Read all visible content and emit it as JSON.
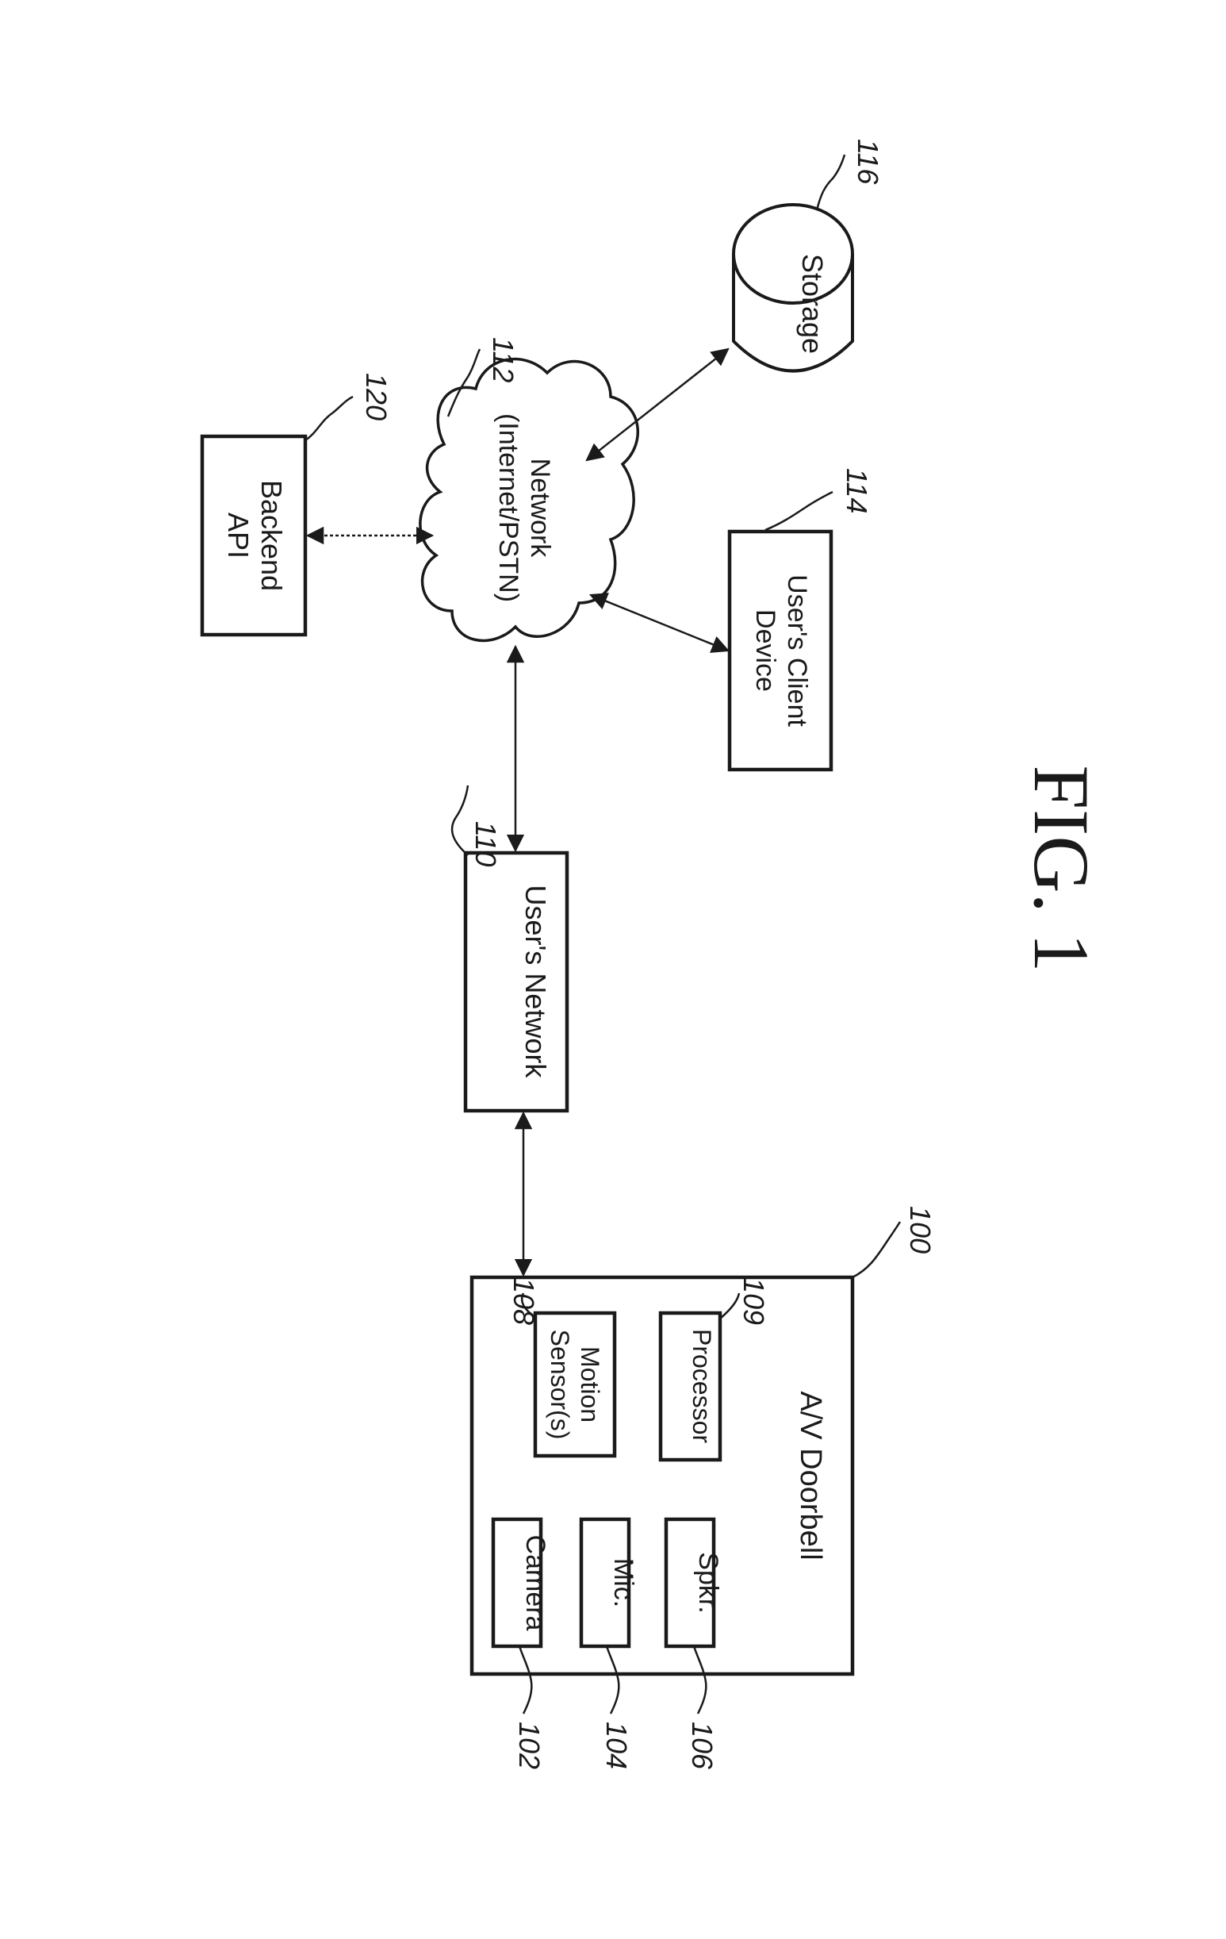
{
  "figure": {
    "caption": "FIG. 1"
  },
  "nodes": {
    "doorbell": {
      "label": "A/V Doorbell",
      "ref": "100"
    },
    "camera": {
      "label": "Camera",
      "ref": "102"
    },
    "mic": {
      "label": "Mic.",
      "ref": "104"
    },
    "speaker": {
      "label": "Spkr.",
      "ref": "106"
    },
    "motion_sensor": {
      "label_line1": "Motion",
      "label_line2": "Sensor(s)",
      "ref": "108"
    },
    "processor": {
      "label": "Processor",
      "ref": "109"
    },
    "users_network": {
      "label": "User's Network",
      "ref": "110"
    },
    "network": {
      "label_line1": "Network",
      "label_line2": "(Internet/PSTN)",
      "ref": "112"
    },
    "client_device": {
      "label_line1": "User's Client",
      "label_line2": "Device",
      "ref": "114"
    },
    "storage": {
      "label": "Storage",
      "ref": "116"
    },
    "backend_api": {
      "label_line1": "Backend",
      "label_line2": "API",
      "ref": "120"
    }
  }
}
